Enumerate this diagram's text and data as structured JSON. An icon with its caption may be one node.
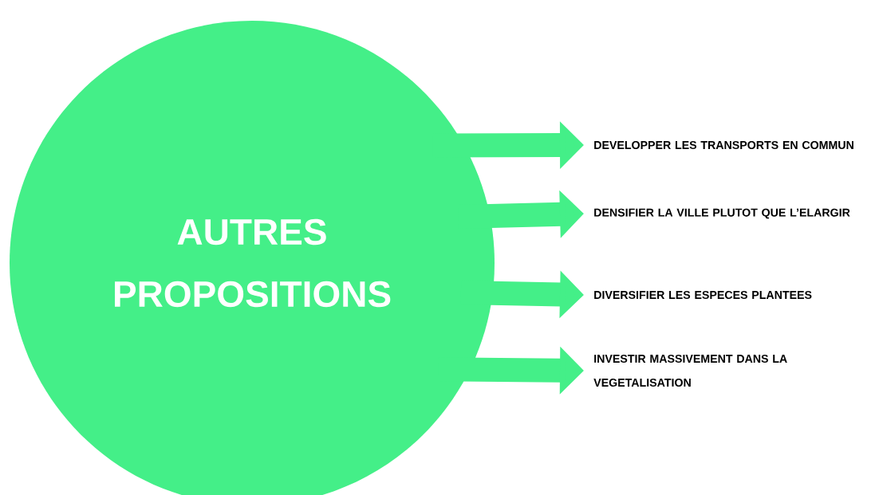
{
  "diagram": {
    "nodes": [
      {
        "text": [
          "AUTRES PROPOSITIONS"
        ]
      },
      {
        "text": [
          "DEVELOPPER  LES TRANSPORTS EN COMMUN"
        ]
      },
      {
        "text": [
          "DENSIFIER LA VILLE PLUTOT QUE L’ELARGIR"
        ]
      },
      {
        "text": [
          "DIVERSIFIER LES ESPECES PLANTEES"
        ]
      },
      {
        "text": [
          "INVESTIR MASSIVEMENT DANS LA VEGETALISATION"
        ]
      }
    ],
    "edges": [
      {
        "from": 0,
        "to": 1,
        "arrow": "to"
      },
      {
        "from": 0,
        "to": 2,
        "arrow": "to"
      },
      {
        "from": 0,
        "to": 3,
        "arrow": "to"
      },
      {
        "from": 0,
        "to": 4,
        "arrow": "to"
      }
    ]
  }
}
